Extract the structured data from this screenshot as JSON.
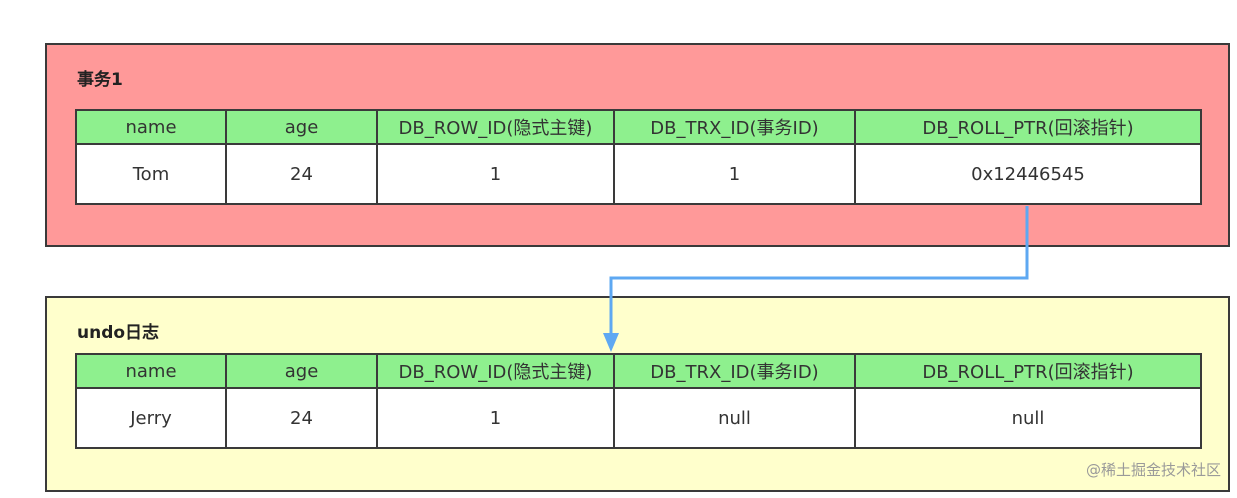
{
  "colors": {
    "transaction_panel": "#ff9999",
    "undo_panel": "#ffffcc",
    "header_row": "#8ef08e",
    "arrow": "#5ea8f2"
  },
  "transaction": {
    "title": "事务1",
    "headers": [
      "name",
      "age",
      "DB_ROW_ID(隐式主键)",
      "DB_TRX_ID(事务ID)",
      "DB_ROLL_PTR(回滚指针)"
    ],
    "row": [
      "Tom",
      "24",
      "1",
      "1",
      "0x12446545"
    ]
  },
  "undo": {
    "title": "undo日志",
    "headers": [
      "name",
      "age",
      "DB_ROW_ID(隐式主键)",
      "DB_TRX_ID(事务ID)",
      "DB_ROLL_PTR(回滚指针)"
    ],
    "row": [
      "Jerry",
      "24",
      "1",
      "null",
      "null"
    ]
  },
  "watermark": "@稀土掘金技术社区"
}
